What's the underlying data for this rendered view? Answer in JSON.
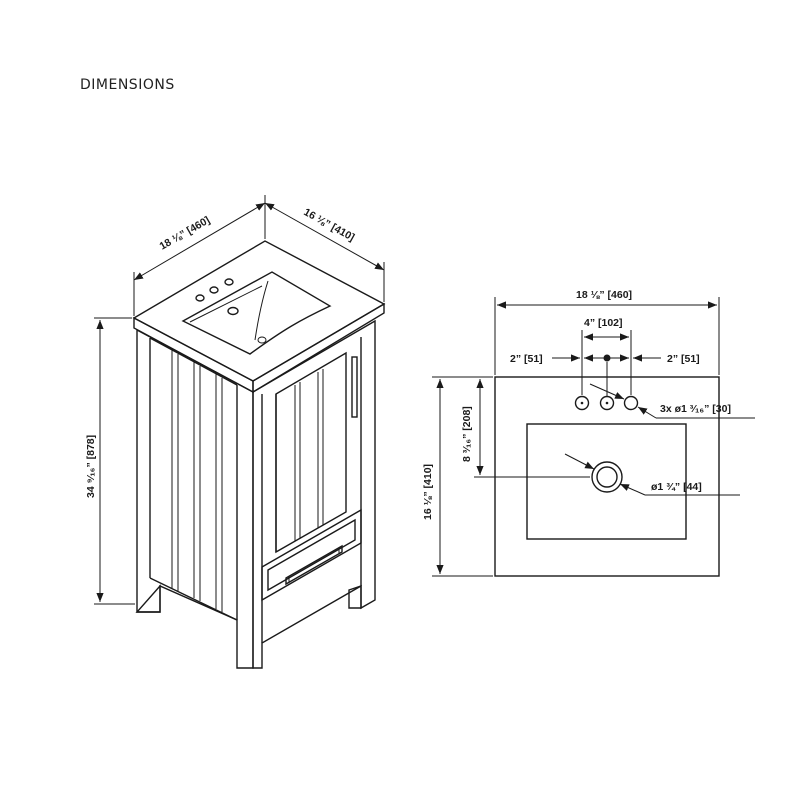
{
  "title": "DIMENSIONS",
  "dimensions": {
    "iso_width": "18 ⅛” [460]",
    "iso_depth": "16 ⅛” [410]",
    "iso_height": "34 ⁹⁄₁₆” [878]",
    "top_width": "18 ⅛” [460]",
    "hole_spread": "4” [102]",
    "left_offset": "2” [51]",
    "right_offset": "2” [51]",
    "top_depth": "16 ⅛” [410]",
    "drain_offset": "8 ³⁄₁₆” [208]",
    "faucet_holes": "3x ø1 ³⁄₁₆” [30]",
    "drain_dia": "ø1 ¾” [44]"
  }
}
